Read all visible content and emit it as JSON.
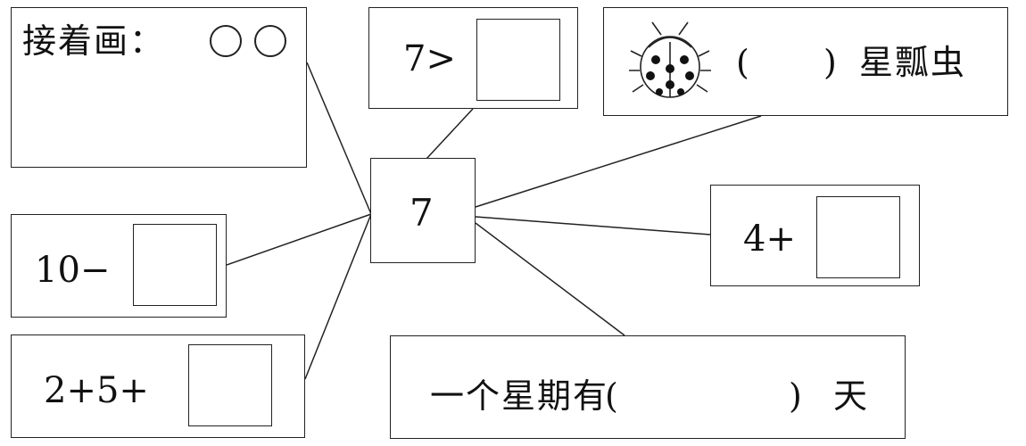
{
  "center": {
    "number": "7"
  },
  "draw_task": {
    "label": "接着画："
  },
  "compare_task": {
    "text": "7>"
  },
  "ladybug_task": {
    "open_paren": "(",
    "close_paren": ")",
    "suffix": "星瓢虫"
  },
  "add_task": {
    "text": "4+"
  },
  "week_task": {
    "prefix": "一个星期有",
    "open_paren": "(",
    "close_paren": ")",
    "suffix": "天"
  },
  "subtract_task": {
    "text": "10−"
  },
  "sum_task": {
    "text": "2+5+"
  },
  "icons": {
    "circle_shape": "circle-icon",
    "ladybug": "ladybug-icon"
  },
  "colors": {
    "ink": "#111111",
    "paper": "#ffffff"
  }
}
